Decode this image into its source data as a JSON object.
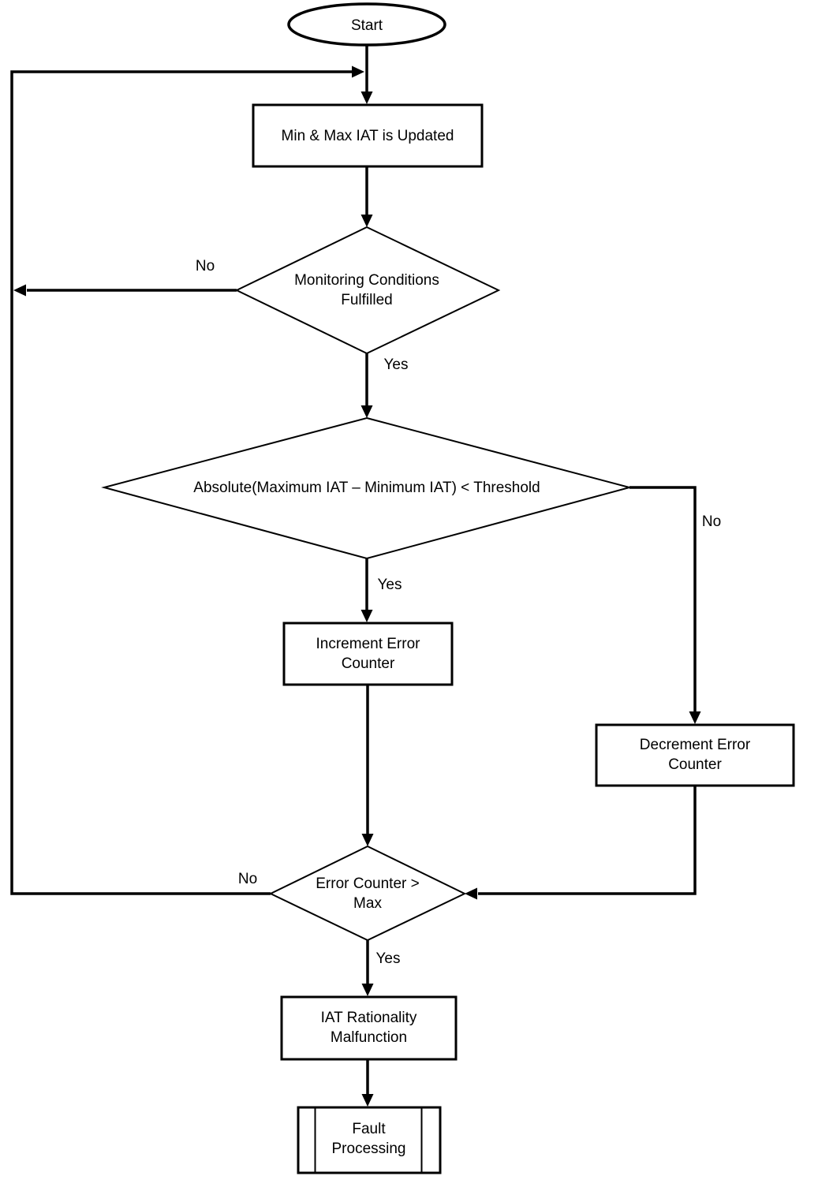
{
  "diagram": {
    "background_color": "#ffffff",
    "line_color": "#000000",
    "nodes": {
      "start": {
        "type": "terminator",
        "label": "Start"
      },
      "update_iat": {
        "type": "process",
        "label": "Min & Max IAT is Updated"
      },
      "monitoring_conditions": {
        "type": "decision",
        "label": "Monitoring Conditions\nFulfilled"
      },
      "iat_threshold_check": {
        "type": "decision",
        "label": "Absolute(Maximum IAT – Minimum IAT) < Threshold"
      },
      "increment_error_counter": {
        "type": "process",
        "label": "Increment Error\nCounter"
      },
      "decrement_error_counter": {
        "type": "process",
        "label": "Decrement Error\nCounter"
      },
      "error_counter_check": {
        "type": "decision",
        "label": "Error Counter >\nMax"
      },
      "iat_rationality_malfunction": {
        "type": "process",
        "label": "IAT Rationality\nMalfunction"
      },
      "fault_processing": {
        "type": "predefined_process",
        "label": "Fault\nProcessing"
      }
    },
    "edges": {
      "monitoring_no": {
        "label": "No"
      },
      "monitoring_yes": {
        "label": "Yes"
      },
      "threshold_no": {
        "label": "No"
      },
      "threshold_yes": {
        "label": "Yes"
      },
      "error_counter_no": {
        "label": "No"
      },
      "error_counter_yes": {
        "label": "Yes"
      }
    }
  }
}
